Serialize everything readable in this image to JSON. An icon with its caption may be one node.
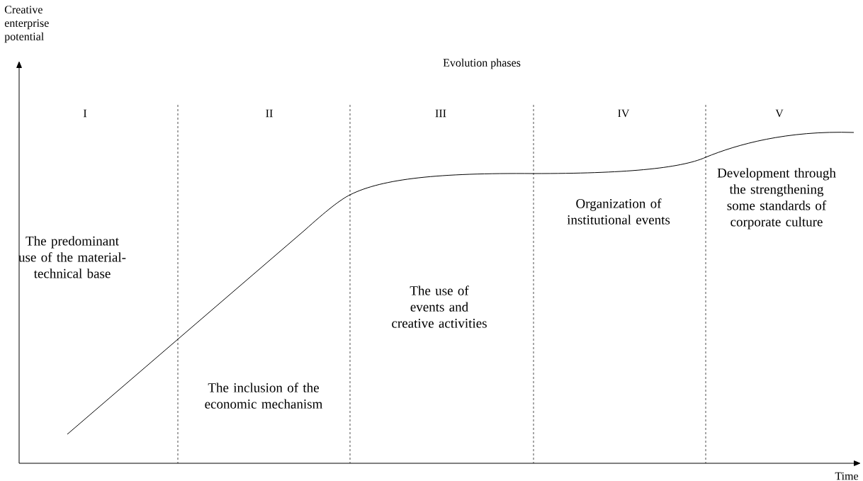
{
  "diagram": {
    "labels": [
      "Creative enterprise potential",
      "Evolution phases",
      "I",
      "II",
      "III",
      "IV",
      "V",
      "The predominant use of the material-technical base",
      "Organization of institutional events",
      "Development through the strengthening some standards of corporate culture",
      "The use of events and creative activities",
      "The inclusion of the economic mechanism",
      "Time"
    ]
  }
}
